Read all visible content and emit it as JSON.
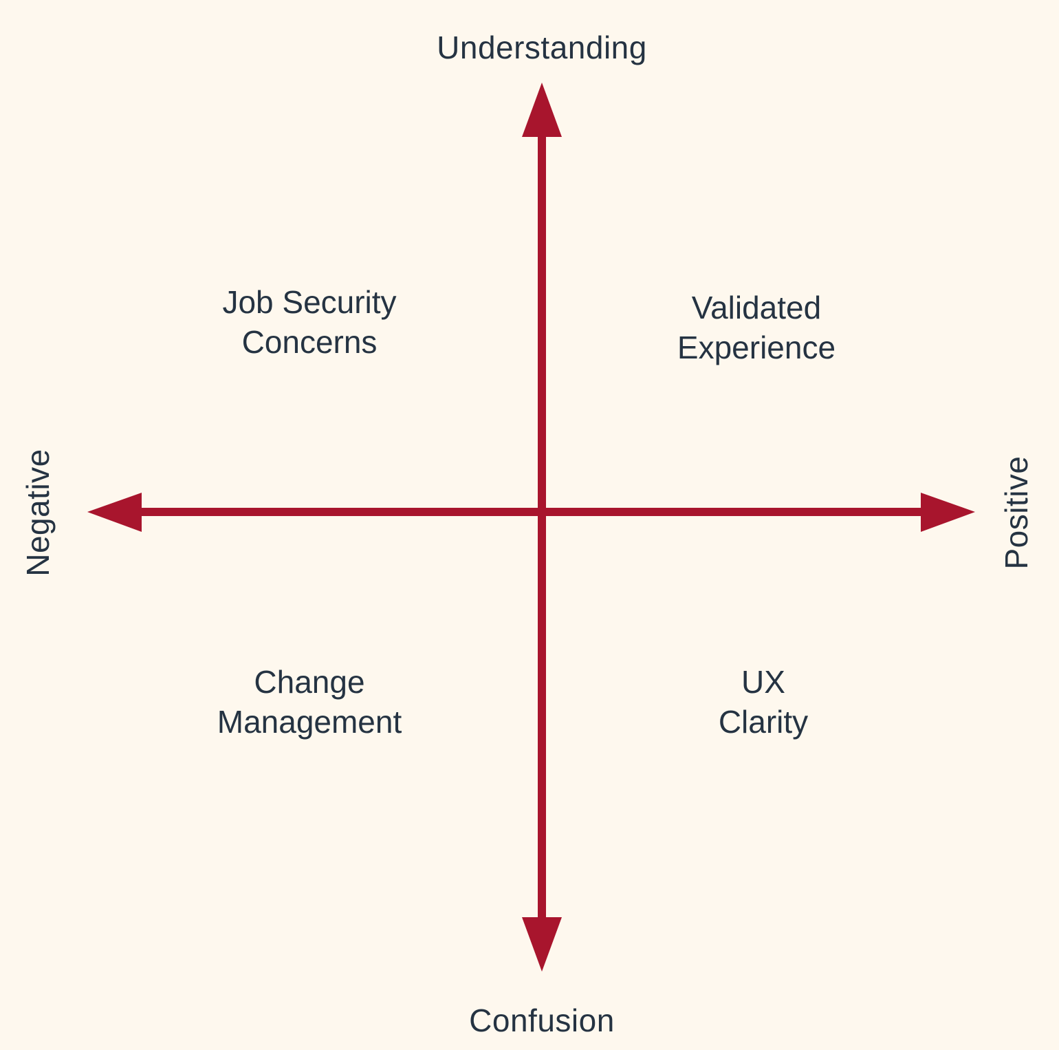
{
  "diagram": {
    "type": "quadrant",
    "axis_color": "#a8152d",
    "text_color": "#253342",
    "background": "#fef8ee",
    "axes": {
      "top": "Understanding",
      "bottom": "Confusion",
      "left": "Negative",
      "right": "Positive"
    },
    "quadrants": {
      "top_left": {
        "line1": "Job Security",
        "line2": "Concerns"
      },
      "top_right": {
        "line1": "Validated",
        "line2": "Experience"
      },
      "bottom_left": {
        "line1": "Change",
        "line2": "Management"
      },
      "bottom_right": {
        "line1": "UX",
        "line2": "Clarity"
      }
    }
  }
}
